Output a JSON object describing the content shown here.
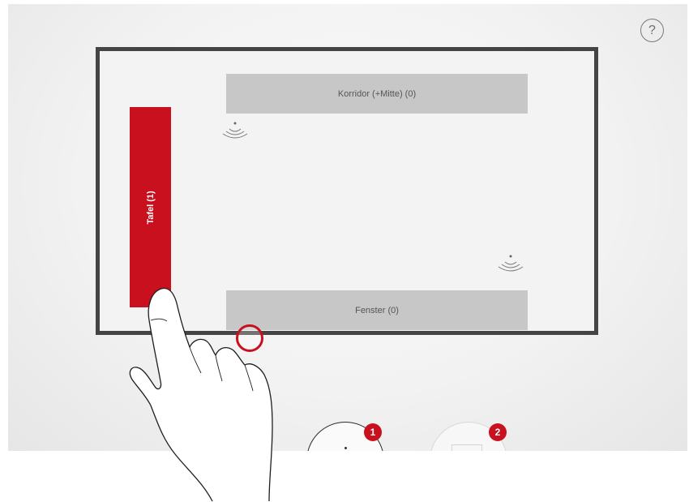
{
  "help": {
    "label": "?",
    "icon": "help-icon"
  },
  "room": {
    "zones": {
      "corridor": {
        "label": "Korridor (+Mitte) (0)"
      },
      "board": {
        "label": "Tafel (1)"
      },
      "window": {
        "label": "Fenster (0)"
      }
    },
    "sensors": [
      "wifi-sensor-icon",
      "wifi-sensor-icon"
    ]
  },
  "modes": [
    {
      "badge": "1",
      "icon": "circle-mode-icon"
    },
    {
      "badge": "2",
      "icon": "square-mode-icon"
    }
  ],
  "colors": {
    "accent": "#c8101e",
    "zone": "#c7c7c7",
    "frame": "#444444",
    "background": "#f2f2f2"
  }
}
